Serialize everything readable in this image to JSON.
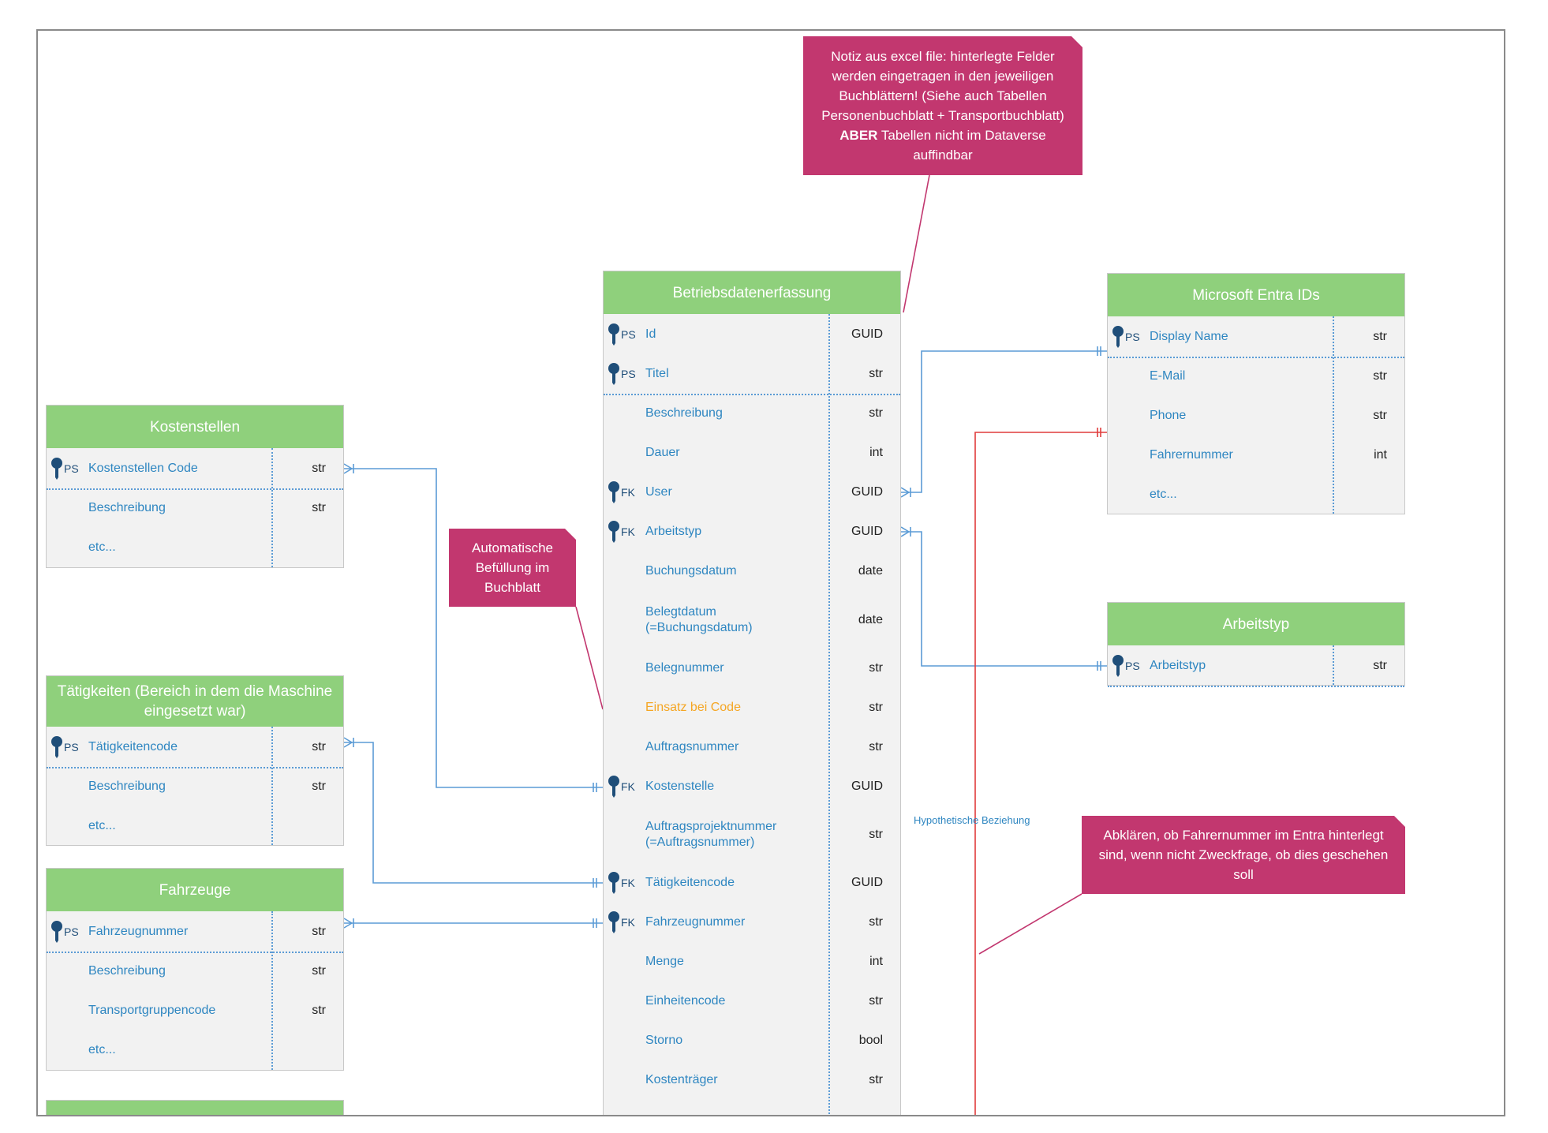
{
  "entities": {
    "betriebsdaten": {
      "title": "Betriebsdatenerfassung",
      "fields": [
        {
          "key": "PS",
          "name": "Id",
          "type": "GUID"
        },
        {
          "key": "PS",
          "name": "Titel",
          "type": "str"
        },
        {
          "key": "",
          "name": "Beschreibung",
          "type": "str"
        },
        {
          "key": "",
          "name": "Dauer",
          "type": "int"
        },
        {
          "key": "FK",
          "name": "User",
          "type": "GUID"
        },
        {
          "key": "FK",
          "name": "Arbeitstyp",
          "type": "GUID"
        },
        {
          "key": "",
          "name": "Buchungsdatum",
          "type": "date"
        },
        {
          "key": "",
          "name": "Belegtdatum\n(=Buchungsdatum)",
          "type": "date"
        },
        {
          "key": "",
          "name": "Belegnummer",
          "type": "str"
        },
        {
          "key": "",
          "name": "Einsatz bei Code",
          "type": "str",
          "highlight": true
        },
        {
          "key": "",
          "name": "Auftragsnummer",
          "type": "str"
        },
        {
          "key": "FK",
          "name": "Kostenstelle",
          "type": "GUID"
        },
        {
          "key": "",
          "name": "Auftragsprojektnummer\n(=Auftragsnummer)",
          "type": "str"
        },
        {
          "key": "FK",
          "name": "Tätigkeitencode",
          "type": "GUID"
        },
        {
          "key": "FK",
          "name": "Fahrzeugnummer",
          "type": "str"
        },
        {
          "key": "",
          "name": "Menge",
          "type": "int"
        },
        {
          "key": "",
          "name": "Einheitencode",
          "type": "str"
        },
        {
          "key": "",
          "name": "Storno",
          "type": "bool"
        },
        {
          "key": "",
          "name": "Kostenträger",
          "type": "str"
        }
      ]
    },
    "kostenstellen": {
      "title": "Kostenstellen",
      "fields": [
        {
          "key": "PS",
          "name": "Kostenstellen Code",
          "type": "str"
        },
        {
          "key": "",
          "name": "Beschreibung",
          "type": "str"
        },
        {
          "key": "",
          "name": "etc...",
          "type": ""
        }
      ]
    },
    "taetigkeiten": {
      "title": "Tätigkeiten (Bereich in dem die Maschine eingesetzt war)",
      "fields": [
        {
          "key": "PS",
          "name": "Tätigkeitencode",
          "type": "str"
        },
        {
          "key": "",
          "name": "Beschreibung",
          "type": "str"
        },
        {
          "key": "",
          "name": "etc...",
          "type": ""
        }
      ]
    },
    "fahrzeuge": {
      "title": "Fahrzeuge",
      "fields": [
        {
          "key": "PS",
          "name": "Fahrzeugnummer",
          "type": "str"
        },
        {
          "key": "",
          "name": "Beschreibung",
          "type": "str"
        },
        {
          "key": "",
          "name": "Transportgruppencode",
          "type": "str"
        },
        {
          "key": "",
          "name": "etc...",
          "type": ""
        }
      ]
    },
    "entra": {
      "title": "Microsoft Entra IDs",
      "fields": [
        {
          "key": "PS",
          "name": "Display Name",
          "type": "str"
        },
        {
          "key": "",
          "name": "E-Mail",
          "type": "str"
        },
        {
          "key": "",
          "name": "Phone",
          "type": "str"
        },
        {
          "key": "",
          "name": "Fahrernummer",
          "type": "int"
        },
        {
          "key": "",
          "name": "etc...",
          "type": ""
        }
      ]
    },
    "arbeitstyp": {
      "title": "Arbeitstyp",
      "fields": [
        {
          "key": "PS",
          "name": "Arbeitstyp",
          "type": "str"
        }
      ]
    }
  },
  "notes": {
    "excel_before": "Notiz aus excel file: hinterlegte Felder werden eingetragen in den jeweiligen Buchblättern! (Siehe auch Tabellen Personenbuchblatt + Transportbuchblatt) ",
    "excel_bold": "ABER",
    "excel_after": " Tabellen nicht im Dataverse auffindbar",
    "auto": "Automatische Befüllung im Buchblatt",
    "fahrer": "Abklären, ob Fahrernummer im Entra hinterlegt sind, wenn nicht Zweckfrage, ob dies geschehen soll"
  },
  "relation_label": "Hypothetische Beziehung",
  "colors": {
    "header": "#8fd07c",
    "note": "#c2376f",
    "relation": "#5b9bd5",
    "hypothetical": "#e03c3c",
    "field": "#2e86c1",
    "key": "#1f4e79"
  }
}
